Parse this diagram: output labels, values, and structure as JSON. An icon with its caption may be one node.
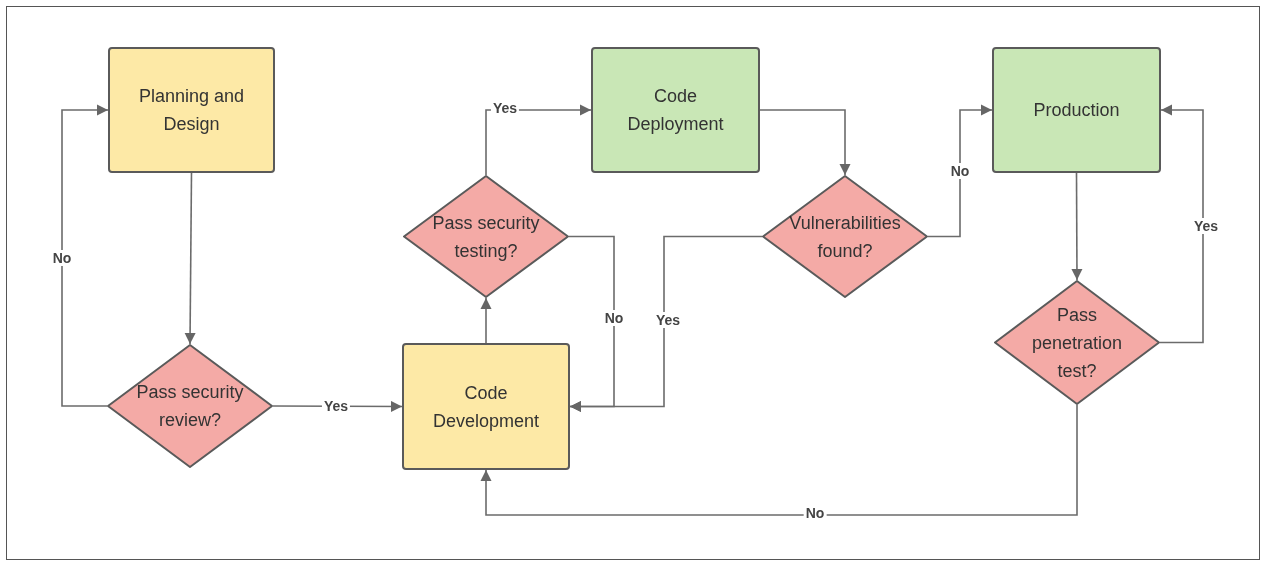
{
  "diagram": {
    "nodes": [
      {
        "text": [
          "Planning and Design"
        ]
      },
      {
        "text": [
          "Pass security review?"
        ]
      },
      {
        "text": [
          "Code Development"
        ]
      },
      {
        "text": [
          "Pass security testing?"
        ]
      },
      {
        "text": [
          "Code Deployment"
        ]
      },
      {
        "text": [
          "Vulnerabilities found?"
        ]
      },
      {
        "text": [
          "Production"
        ]
      },
      {
        "text": [
          "Pass penetration test?"
        ]
      }
    ],
    "edges": [
      {
        "from": 0,
        "to": 1,
        "arrow": "to"
      },
      {
        "from": 1,
        "to": 0,
        "arrow": "to",
        "label": "No"
      },
      {
        "from": 1,
        "to": 2,
        "arrow": "to",
        "label": "Yes"
      },
      {
        "from": 2,
        "to": 3,
        "arrow": "to"
      },
      {
        "from": 3,
        "to": 4,
        "arrow": "to",
        "label": "Yes"
      },
      {
        "from": 3,
        "to": 2,
        "arrow": "to",
        "label": "No"
      },
      {
        "from": 4,
        "to": 5,
        "arrow": "to"
      },
      {
        "from": 5,
        "to": 6,
        "arrow": "to",
        "label": "No"
      },
      {
        "from": 5,
        "to": 2,
        "arrow": "to",
        "label": "Yes"
      },
      {
        "from": 6,
        "to": 7,
        "arrow": "to"
      },
      {
        "from": 7,
        "to": 6,
        "arrow": "to",
        "label": "Yes"
      },
      {
        "from": 7,
        "to": 2,
        "arrow": "to",
        "label": "No"
      }
    ]
  }
}
